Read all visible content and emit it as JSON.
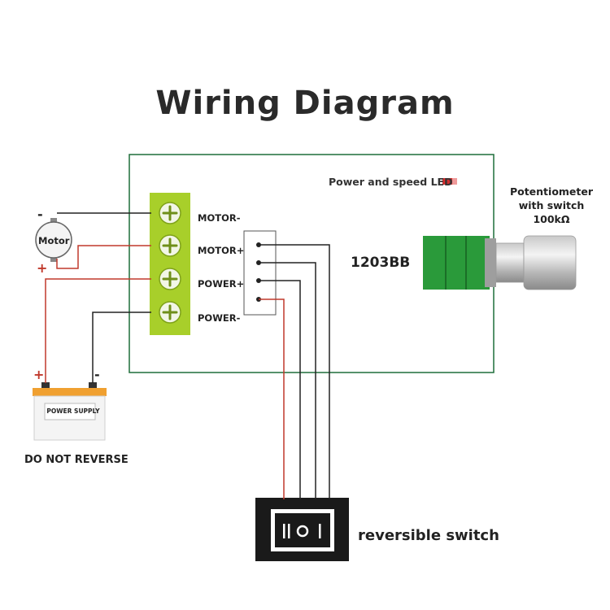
{
  "title": "Wiring Diagram",
  "board": {
    "model": "1203BB",
    "led_label": "Power and speed LED",
    "terminals": [
      "MOTOR-",
      "MOTOR+",
      "POWER+",
      "POWER-"
    ]
  },
  "potentiometer": {
    "label_line1": "Potentiometer",
    "label_line2": "with switch",
    "label_line3": "100kΩ"
  },
  "motor": {
    "label": "Motor",
    "minus": "-",
    "plus": "+"
  },
  "power_supply": {
    "label": "POWER SUPPLY",
    "plus": "+",
    "minus": "-"
  },
  "warning": "DO NOT REVERSE",
  "switch": {
    "label": "reversible switch",
    "face": "II O I"
  },
  "colors": {
    "board_border": "#1e6e3a",
    "terminal_green": "#a8cf2a",
    "pot_green": "#2a9a3a",
    "wire_red": "#c0392b",
    "wire_black": "#222222",
    "led_red": "#d32f2f",
    "battery_orange": "#f0a030"
  },
  "icons": [
    "motor-icon",
    "battery-icon",
    "screw-terminal-icon",
    "potentiometer-icon",
    "rocker-switch-icon",
    "led-icon"
  ]
}
